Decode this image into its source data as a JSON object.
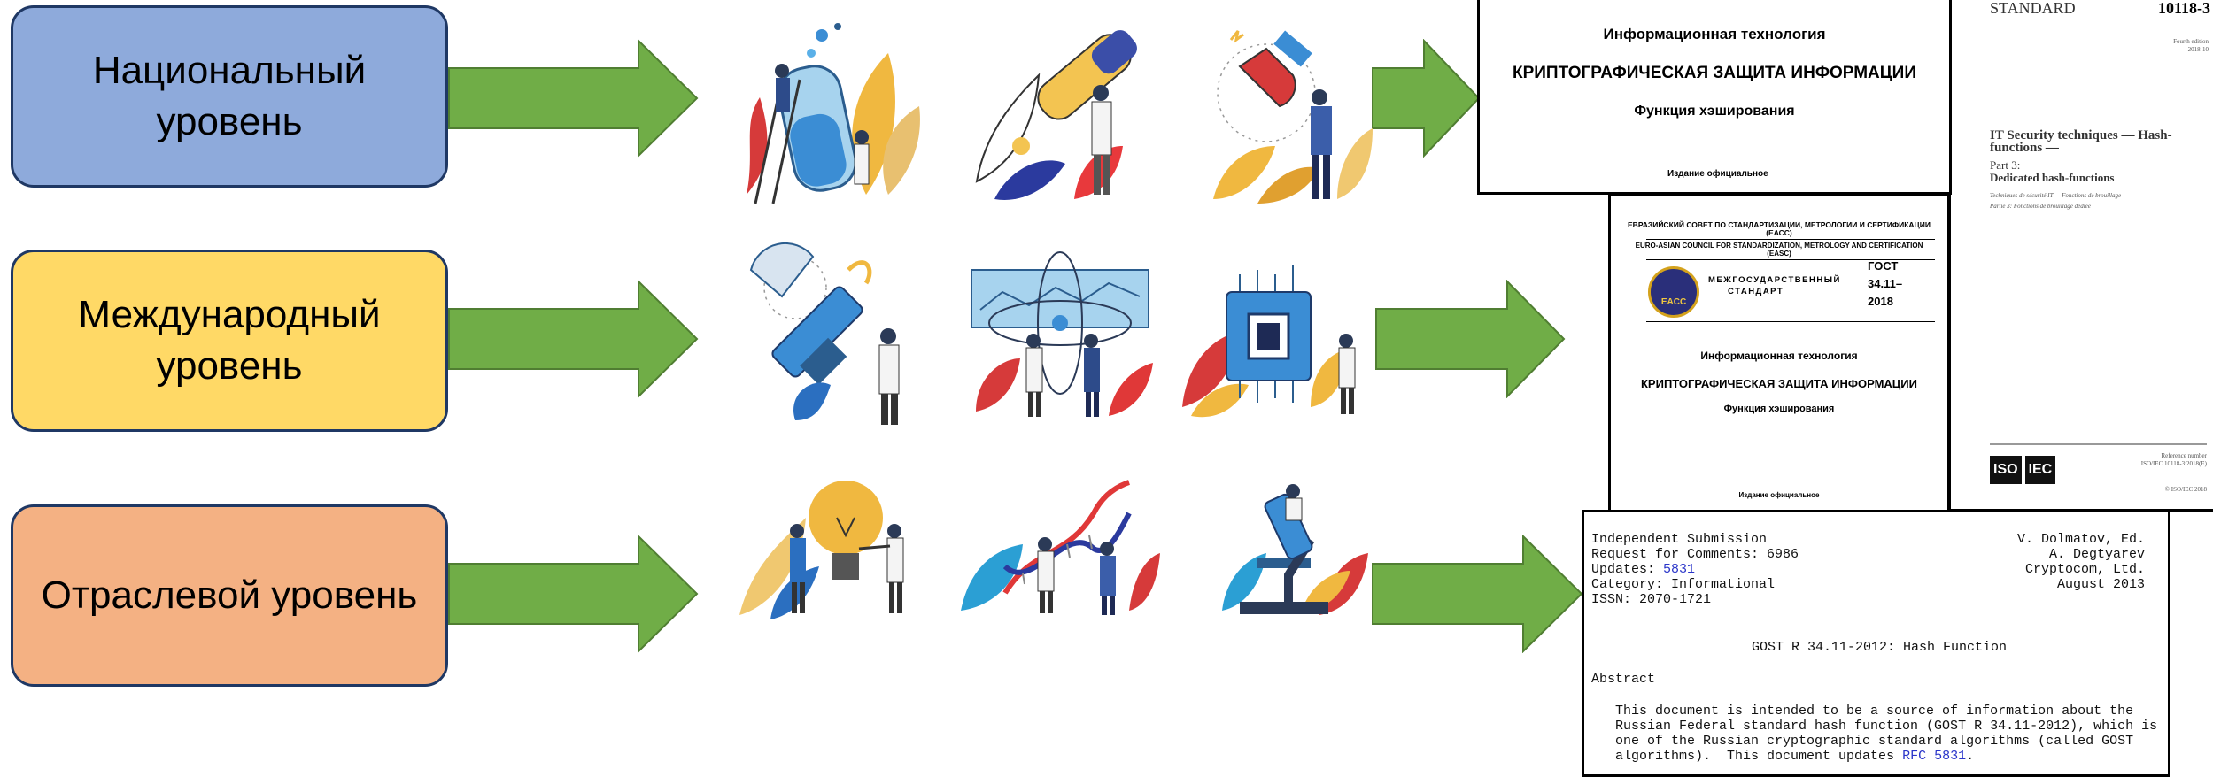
{
  "levels": [
    {
      "line1": "Национальный",
      "line2": "уровень",
      "color": "#8eaadb"
    },
    {
      "line1": "Международный",
      "line2": "уровень",
      "color": "#ffd966"
    },
    {
      "line1": "Отраслевой уровень",
      "line2": "",
      "color": "#f4b183"
    }
  ],
  "colors": {
    "arrow": "#70ad47",
    "arrow_border": "#507e32",
    "box_border": "#1f3864"
  },
  "illustrations": [
    "scientist-with-test-tube",
    "scientist-with-pipette",
    "person-with-magnet",
    "satellite-with-scientist",
    "atom-and-screen",
    "microchip-with-engineer",
    "lightbulb-with-people",
    "dna-with-scientists",
    "microscope-with-person"
  ],
  "doc_national": {
    "line1": "Информационная технология",
    "line2": "КРИПТОГРАФИЧЕСКАЯ ЗАЩИТА ИНФОРМАЦИИ",
    "line3": "Функция хэширования",
    "footer": "Издание официальное"
  },
  "doc_gost": {
    "council_ru": "ЕВРАЗИЙСКИЙ СОВЕТ ПО СТАНДАРТИЗАЦИИ, МЕТРОЛОГИИ И СЕРТИФИКАЦИИ",
    "council_ru_abbr": "(ЕАСС)",
    "council_en": "EURO-ASIAN COUNCIL FOR STANDARDIZATION, METROLOGY AND CERTIFICATION",
    "council_en_abbr": "(EASC)",
    "emblem": "EACC",
    "standard_type_1": "МЕЖГОСУДАРСТВЕННЫЙ",
    "standard_type_2": "СТАНДАРТ",
    "gost_label": "ГОСТ",
    "gost_number_1": "34.11–",
    "gost_number_2": "2018",
    "line1": "Информационная технология",
    "line2": "КРИПТОГРАФИЧЕСКАЯ ЗАЩИТА ИНФОРМАЦИИ",
    "line3": "Функция хэширования",
    "footer": "Издание официальное"
  },
  "doc_iso": {
    "standard": "STANDARD",
    "number": "10118-3",
    "edition_1": "Fourth edition",
    "edition_2": "2018-10",
    "title_1": "IT Security techniques — Hash-",
    "title_2": "functions —",
    "part": "Part 3:",
    "subtitle": "Dedicated hash-functions",
    "fr_1": "Techniques de sécurité IT — Fonctions de brouillage —",
    "fr_2": "Partie 3: Fonctions de brouillage dédiée",
    "ref_label": "Reference number",
    "ref_number": "ISO/IEC 10118-3:2018(E)",
    "copyright": "© ISO/IEC 2018",
    "logo_iso": "ISO",
    "logo_iec": "IEC"
  },
  "doc_rfc": {
    "header_left": [
      "Independent Submission",
      "Request for Comments: 6986",
      "Updates: ",
      "Category: Informational",
      "ISSN: 2070-1721"
    ],
    "updates_link": "5831",
    "header_right": [
      "V. Dolmatov, Ed.",
      "A. Degtyarev",
      "Cryptocom, Ltd.",
      "August 2013"
    ],
    "title": "GOST R 34.11-2012: Hash Function",
    "abstract_heading": "Abstract",
    "abstract_lines": [
      "This document is intended to be a source of information about the",
      "Russian Federal standard hash function (GOST R 34.11-2012), which is",
      "one of the Russian cryptographic standard algorithms (called GOST",
      "algorithms).  This document updates "
    ],
    "abstract_link": "RFC 5831",
    "abstract_end": "."
  }
}
